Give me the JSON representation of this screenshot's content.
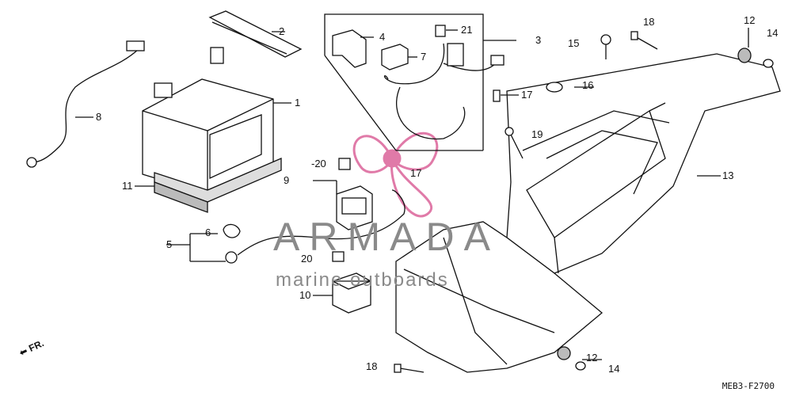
{
  "watermark": {
    "title": "ARMADA",
    "subtitle": "marine outboards",
    "logo_color": "#e07aa8"
  },
  "diagram_code": "MEB3-F2700",
  "direction_label": "FR.",
  "callouts": [
    "1",
    "2",
    "3",
    "4",
    "5",
    "6",
    "7",
    "8",
    "9",
    "10",
    "11",
    "12",
    "12",
    "13",
    "14",
    "14",
    "15",
    "16",
    "17",
    "17",
    "18",
    "18",
    "19",
    "-20",
    "20",
    "21"
  ]
}
